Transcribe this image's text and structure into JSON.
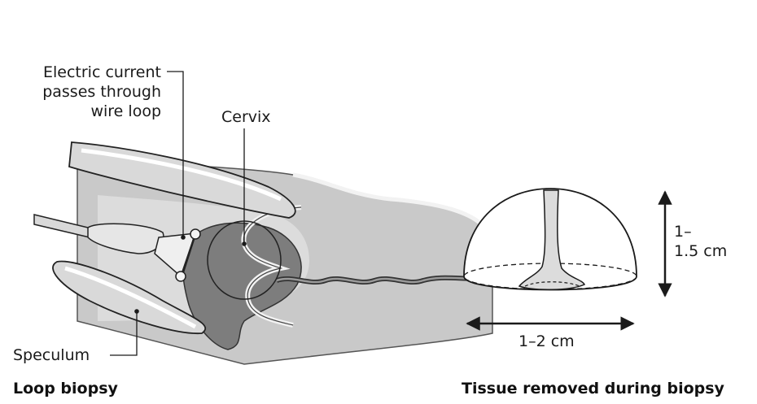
{
  "labels": {
    "electric_current": [
      "Electric current",
      "passes through",
      "wire loop"
    ],
    "cervix": "Cervix",
    "speculum": "Speculum",
    "height": [
      "1–",
      "1.5 cm"
    ],
    "width": "1–2 cm"
  },
  "captions": {
    "left": "Loop biopsy",
    "right": "Tissue removed during biopsy"
  }
}
